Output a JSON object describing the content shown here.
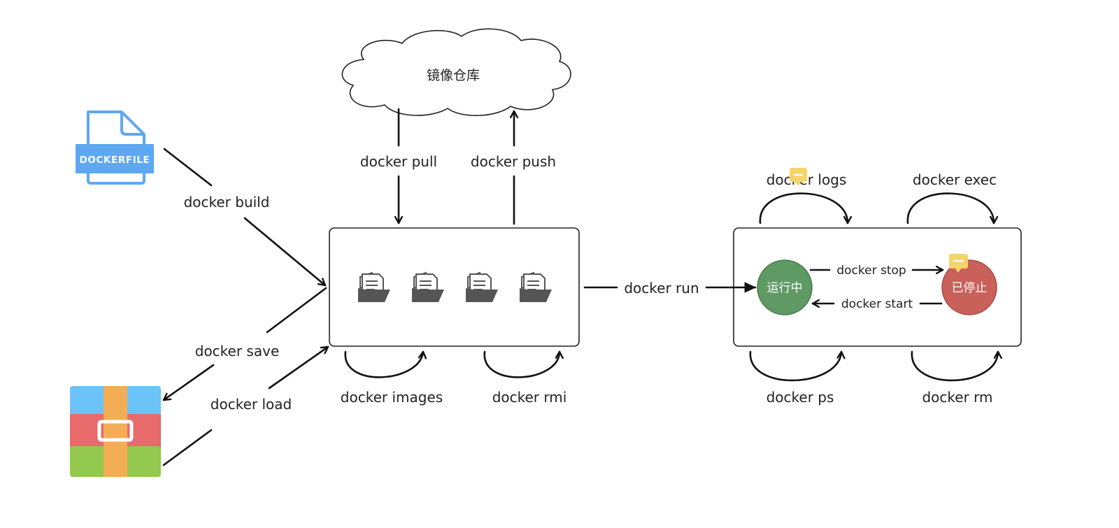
{
  "cloud": {
    "label": "镜像仓库"
  },
  "dockerfile": {
    "label": "DOCKERFILE",
    "color": "#5ea8f2"
  },
  "archive": {
    "colors": {
      "blue": "#6bc3f7",
      "red": "#e86a6a",
      "green": "#93c94f",
      "strap": "#f3ad55"
    }
  },
  "commands": {
    "build": "docker build",
    "pull": "docker pull",
    "push": "docker push",
    "save": "docker save",
    "load": "docker load",
    "images": "docker images",
    "rmi": "docker rmi",
    "run": "docker run",
    "logs": "docker logs",
    "exec": "docker exec",
    "stop": "docker stop",
    "start": "docker start",
    "ps": "docker ps",
    "rm": "docker rm"
  },
  "states": {
    "running": {
      "label": "运行中",
      "color": "#5f9a64"
    },
    "stopped": {
      "label": "已停止",
      "color": "#c9605a"
    }
  },
  "note_color": "#f5d46c",
  "image_icon_count": 4
}
